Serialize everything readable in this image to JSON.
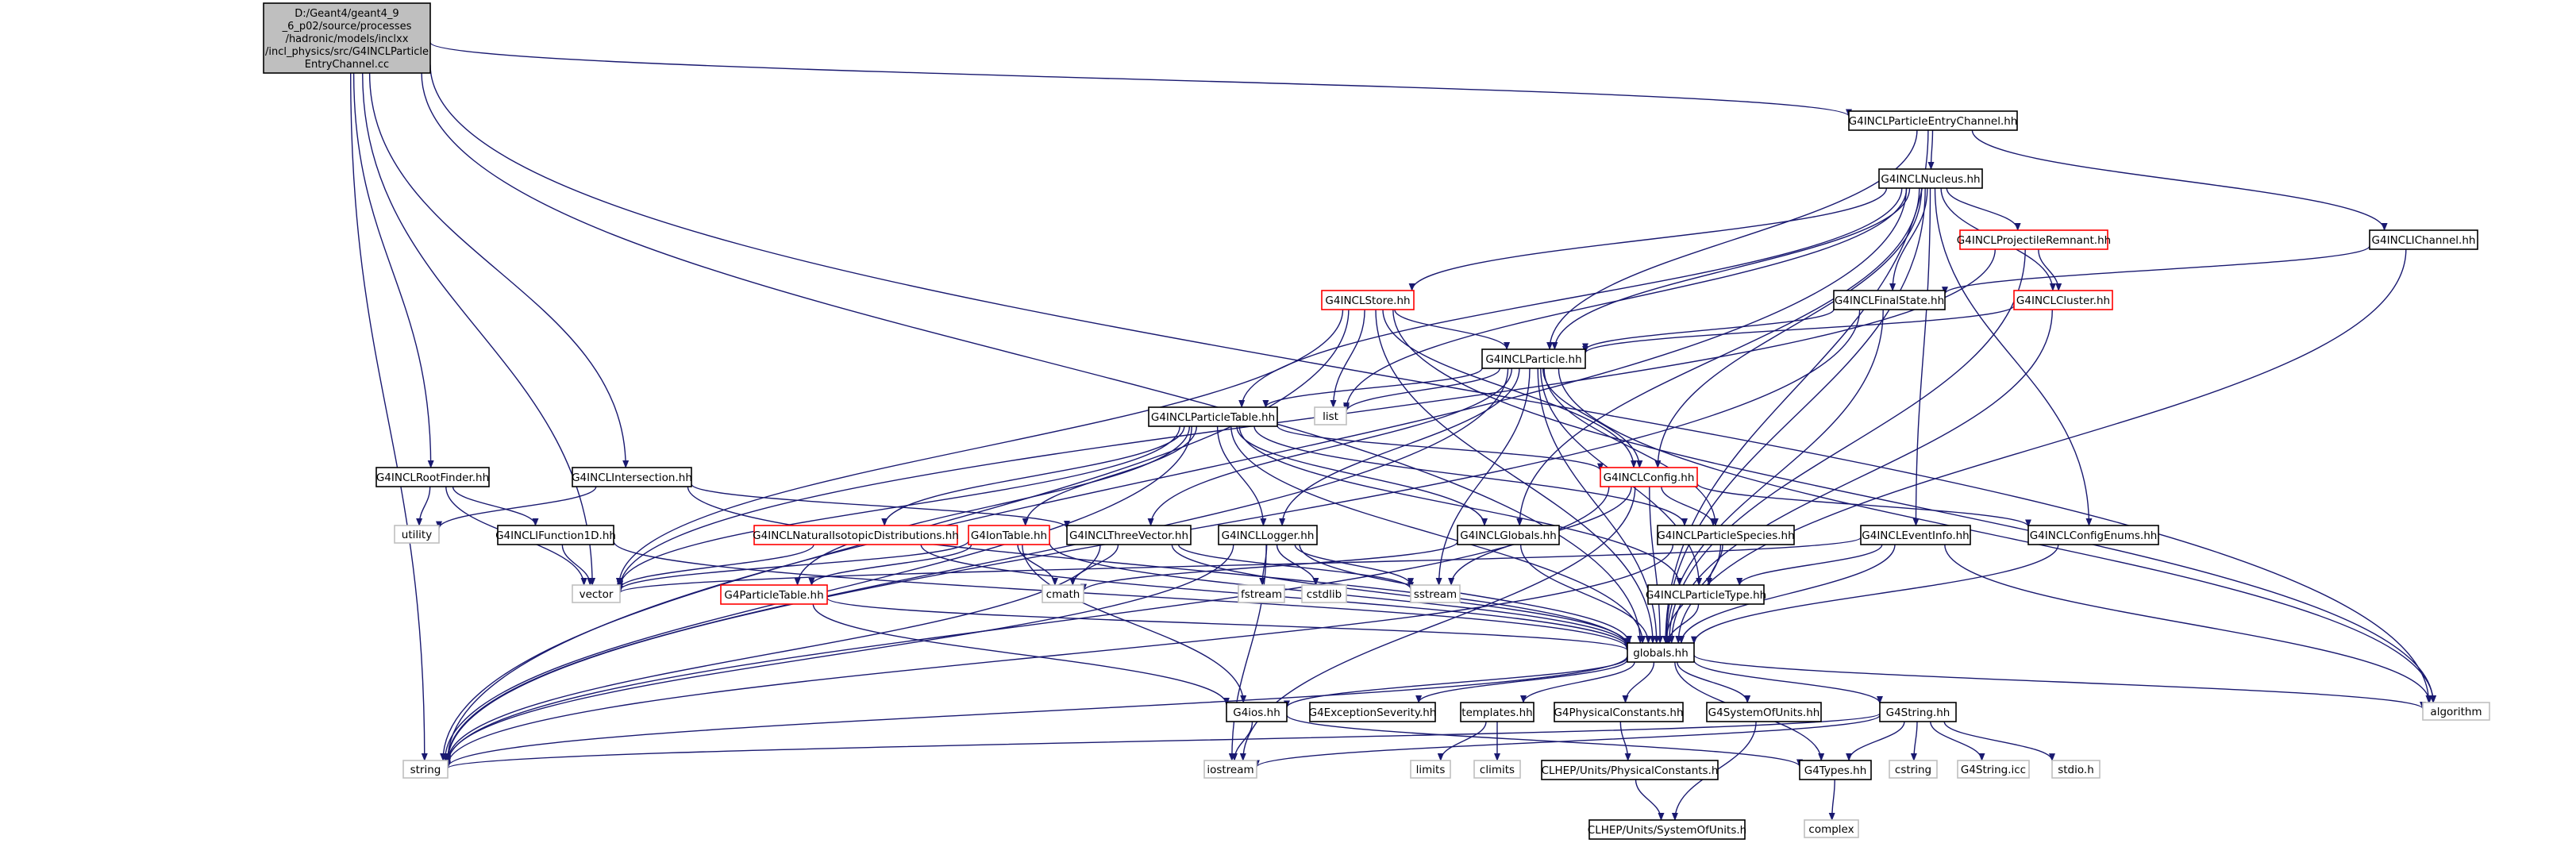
{
  "diagram": {
    "kind": "include dependency graph",
    "colors": {
      "edge": "#191970",
      "root_fill": "#bfbfbf",
      "node_border": "#000000",
      "truncated_border": "#ff0000",
      "external_border": "#bfbfbf",
      "text": "#000000"
    },
    "nodes": [
      {
        "id": "root",
        "lines": [
          "D:/Geant4/geant4_9",
          "_6_p02/source/processes",
          "/hadronic/models/inclxx",
          "/incl_physics/src/G4INCLParticle",
          "EntryChannel.cc"
        ],
        "style": "root"
      },
      {
        "id": "entrychannel",
        "lines": [
          "G4INCLParticleEntryChannel.hh"
        ],
        "style": "normal"
      },
      {
        "id": "nucleus",
        "lines": [
          "G4INCLNucleus.hh"
        ],
        "style": "normal"
      },
      {
        "id": "ichannel",
        "lines": [
          "G4INCLIChannel.hh"
        ],
        "style": "normal"
      },
      {
        "id": "projremnant",
        "lines": [
          "G4INCLProjectileRemnant.hh"
        ],
        "style": "truncated"
      },
      {
        "id": "store",
        "lines": [
          "G4INCLStore.hh"
        ],
        "style": "truncated"
      },
      {
        "id": "finalstate",
        "lines": [
          "G4INCLFinalState.hh"
        ],
        "style": "normal"
      },
      {
        "id": "cluster",
        "lines": [
          "G4INCLCluster.hh"
        ],
        "style": "truncated"
      },
      {
        "id": "particle",
        "lines": [
          "G4INCLParticle.hh"
        ],
        "style": "normal"
      },
      {
        "id": "list",
        "lines": [
          "list"
        ],
        "style": "external"
      },
      {
        "id": "ptable",
        "lines": [
          "G4INCLParticleTable.hh"
        ],
        "style": "normal"
      },
      {
        "id": "rootfinder",
        "lines": [
          "G4INCLRootFinder.hh"
        ],
        "style": "normal"
      },
      {
        "id": "intersection",
        "lines": [
          "G4INCLIntersection.hh"
        ],
        "style": "normal"
      },
      {
        "id": "config",
        "lines": [
          "G4INCLConfig.hh"
        ],
        "style": "truncated"
      },
      {
        "id": "utility",
        "lines": [
          "utility"
        ],
        "style": "external"
      },
      {
        "id": "function1d",
        "lines": [
          "G4INCLIFunction1D.hh"
        ],
        "style": "normal"
      },
      {
        "id": "natiso",
        "lines": [
          "G4INCLNaturalIsotopicDistributions.hh"
        ],
        "style": "truncated"
      },
      {
        "id": "iontable",
        "lines": [
          "G4IonTable.hh"
        ],
        "style": "truncated"
      },
      {
        "id": "threevector",
        "lines": [
          "G4INCLThreeVector.hh"
        ],
        "style": "normal"
      },
      {
        "id": "logger",
        "lines": [
          "G4INCLLogger.hh"
        ],
        "style": "normal"
      },
      {
        "id": "inclglobals",
        "lines": [
          "G4INCLGlobals.hh"
        ],
        "style": "normal"
      },
      {
        "id": "pspecies",
        "lines": [
          "G4INCLParticleSpecies.hh"
        ],
        "style": "normal"
      },
      {
        "id": "eventinfo",
        "lines": [
          "G4INCLEventInfo.hh"
        ],
        "style": "normal"
      },
      {
        "id": "configenums",
        "lines": [
          "G4INCLConfigEnums.hh"
        ],
        "style": "normal"
      },
      {
        "id": "vector",
        "lines": [
          "vector"
        ],
        "style": "external"
      },
      {
        "id": "g4ptable",
        "lines": [
          "G4ParticleTable.hh"
        ],
        "style": "truncated"
      },
      {
        "id": "cmath",
        "lines": [
          "cmath"
        ],
        "style": "external"
      },
      {
        "id": "fstream",
        "lines": [
          "fstream"
        ],
        "style": "external"
      },
      {
        "id": "cstdlib",
        "lines": [
          "cstdlib"
        ],
        "style": "external"
      },
      {
        "id": "sstream",
        "lines": [
          "sstream"
        ],
        "style": "external"
      },
      {
        "id": "ptype",
        "lines": [
          "G4INCLParticleType.hh"
        ],
        "style": "normal"
      },
      {
        "id": "globals",
        "lines": [
          "globals.hh"
        ],
        "style": "normal"
      },
      {
        "id": "g4ios",
        "lines": [
          "G4ios.hh"
        ],
        "style": "normal"
      },
      {
        "id": "excsev",
        "lines": [
          "G4ExceptionSeverity.hh"
        ],
        "style": "normal"
      },
      {
        "id": "templates",
        "lines": [
          "templates.hh"
        ],
        "style": "normal"
      },
      {
        "id": "physconst",
        "lines": [
          "G4PhysicalConstants.hh"
        ],
        "style": "normal"
      },
      {
        "id": "sysunits",
        "lines": [
          "G4SystemOfUnits.hh"
        ],
        "style": "normal"
      },
      {
        "id": "g4string",
        "lines": [
          "G4String.hh"
        ],
        "style": "normal"
      },
      {
        "id": "algorithm",
        "lines": [
          "algorithm"
        ],
        "style": "external"
      },
      {
        "id": "string",
        "lines": [
          "string"
        ],
        "style": "external"
      },
      {
        "id": "iostream",
        "lines": [
          "iostream"
        ],
        "style": "external"
      },
      {
        "id": "limits",
        "lines": [
          "limits"
        ],
        "style": "external"
      },
      {
        "id": "climits",
        "lines": [
          "climits"
        ],
        "style": "external"
      },
      {
        "id": "clhepconst",
        "lines": [
          "CLHEP/Units/PhysicalConstants.h"
        ],
        "style": "normal"
      },
      {
        "id": "g4types",
        "lines": [
          "G4Types.hh"
        ],
        "style": "normal"
      },
      {
        "id": "cstring",
        "lines": [
          "cstring"
        ],
        "style": "external"
      },
      {
        "id": "g4stringicc",
        "lines": [
          "G4String.icc"
        ],
        "style": "external"
      },
      {
        "id": "stdioh",
        "lines": [
          "stdio.h"
        ],
        "style": "external"
      },
      {
        "id": "clhepunits",
        "lines": [
          "CLHEP/Units/SystemOfUnits.h"
        ],
        "style": "normal"
      },
      {
        "id": "complex",
        "lines": [
          "complex"
        ],
        "style": "external"
      }
    ],
    "edges": [
      [
        "root",
        "entrychannel"
      ],
      [
        "root",
        "algorithm"
      ],
      [
        "root",
        "string"
      ],
      [
        "root",
        "vector"
      ],
      [
        "root",
        "rootfinder"
      ],
      [
        "root",
        "intersection"
      ],
      [
        "root",
        "globals"
      ],
      [
        "entrychannel",
        "nucleus"
      ],
      [
        "entrychannel",
        "ichannel"
      ],
      [
        "entrychannel",
        "particle"
      ],
      [
        "entrychannel",
        "globals"
      ],
      [
        "nucleus",
        "projremnant"
      ],
      [
        "nucleus",
        "store"
      ],
      [
        "nucleus",
        "finalstate"
      ],
      [
        "nucleus",
        "cluster"
      ],
      [
        "nucleus",
        "particle"
      ],
      [
        "nucleus",
        "list"
      ],
      [
        "nucleus",
        "ptable"
      ],
      [
        "nucleus",
        "config"
      ],
      [
        "nucleus",
        "eventinfo"
      ],
      [
        "nucleus",
        "configenums"
      ],
      [
        "nucleus",
        "inclglobals"
      ],
      [
        "nucleus",
        "globals"
      ],
      [
        "nucleus",
        "string"
      ],
      [
        "ichannel",
        "finalstate"
      ],
      [
        "ichannel",
        "globals"
      ],
      [
        "projremnant",
        "cluster"
      ],
      [
        "projremnant",
        "globals"
      ],
      [
        "projremnant",
        "vector"
      ],
      [
        "store",
        "particle"
      ],
      [
        "store",
        "list"
      ],
      [
        "store",
        "config"
      ],
      [
        "store",
        "vector"
      ],
      [
        "store",
        "string"
      ],
      [
        "store",
        "algorithm"
      ],
      [
        "store",
        "globals"
      ],
      [
        "finalstate",
        "particle"
      ],
      [
        "finalstate",
        "globals"
      ],
      [
        "finalstate",
        "string"
      ],
      [
        "cluster",
        "particle"
      ],
      [
        "cluster",
        "globals"
      ],
      [
        "particle",
        "ptable"
      ],
      [
        "particle",
        "list"
      ],
      [
        "particle",
        "config"
      ],
      [
        "particle",
        "threevector"
      ],
      [
        "particle",
        "logger"
      ],
      [
        "particle",
        "pspecies"
      ],
      [
        "particle",
        "ptype"
      ],
      [
        "particle",
        "sstream"
      ],
      [
        "particle",
        "algorithm"
      ],
      [
        "particle",
        "globals"
      ],
      [
        "particle",
        "string"
      ],
      [
        "ptable",
        "config"
      ],
      [
        "ptable",
        "natiso"
      ],
      [
        "ptable",
        "iontable"
      ],
      [
        "ptable",
        "g4ptable"
      ],
      [
        "ptable",
        "logger"
      ],
      [
        "ptable",
        "inclglobals"
      ],
      [
        "ptable",
        "pspecies"
      ],
      [
        "ptable",
        "ptype"
      ],
      [
        "ptable",
        "vector"
      ],
      [
        "ptable",
        "string"
      ],
      [
        "ptable",
        "globals"
      ],
      [
        "rootfinder",
        "function1d"
      ],
      [
        "rootfinder",
        "utility"
      ],
      [
        "rootfinder",
        "vector"
      ],
      [
        "intersection",
        "threevector"
      ],
      [
        "intersection",
        "utility"
      ],
      [
        "intersection",
        "globals"
      ],
      [
        "config",
        "pspecies"
      ],
      [
        "config",
        "configenums"
      ],
      [
        "config",
        "iostream"
      ],
      [
        "config",
        "string"
      ],
      [
        "config",
        "sstream"
      ],
      [
        "config",
        "globals"
      ],
      [
        "function1d",
        "vector"
      ],
      [
        "function1d",
        "globals"
      ],
      [
        "natiso",
        "vector"
      ],
      [
        "natiso",
        "globals"
      ],
      [
        "iontable",
        "g4ptable"
      ],
      [
        "iontable",
        "g4ios"
      ],
      [
        "iontable",
        "cmath"
      ],
      [
        "iontable",
        "vector"
      ],
      [
        "iontable",
        "globals"
      ],
      [
        "threevector",
        "cmath"
      ],
      [
        "threevector",
        "string"
      ],
      [
        "threevector",
        "sstream"
      ],
      [
        "threevector",
        "globals"
      ],
      [
        "logger",
        "fstream"
      ],
      [
        "logger",
        "cstdlib"
      ],
      [
        "logger",
        "sstream"
      ],
      [
        "logger",
        "iostream"
      ],
      [
        "logger",
        "string"
      ],
      [
        "logger",
        "globals"
      ],
      [
        "inclglobals",
        "cmath"
      ],
      [
        "inclglobals",
        "globals"
      ],
      [
        "pspecies",
        "ptype"
      ],
      [
        "pspecies",
        "globals"
      ],
      [
        "pspecies",
        "string"
      ],
      [
        "eventinfo",
        "ptype"
      ],
      [
        "eventinfo",
        "vector"
      ],
      [
        "eventinfo",
        "algorithm"
      ],
      [
        "eventinfo",
        "globals"
      ],
      [
        "configenums",
        "globals"
      ],
      [
        "g4ptable",
        "g4ios"
      ],
      [
        "g4ptable",
        "globals"
      ],
      [
        "ptype",
        "globals"
      ],
      [
        "globals",
        "g4ios"
      ],
      [
        "globals",
        "excsev"
      ],
      [
        "globals",
        "templates"
      ],
      [
        "globals",
        "physconst"
      ],
      [
        "globals",
        "sysunits"
      ],
      [
        "globals",
        "g4string"
      ],
      [
        "globals",
        "g4types"
      ],
      [
        "globals",
        "algorithm"
      ],
      [
        "globals",
        "string"
      ],
      [
        "g4ios",
        "g4types"
      ],
      [
        "g4ios",
        "iostream"
      ],
      [
        "templates",
        "limits"
      ],
      [
        "templates",
        "climits"
      ],
      [
        "physconst",
        "clhepconst"
      ],
      [
        "sysunits",
        "clhepunits"
      ],
      [
        "g4string",
        "g4types"
      ],
      [
        "g4string",
        "string"
      ],
      [
        "g4string",
        "cstring"
      ],
      [
        "g4string",
        "g4stringicc"
      ],
      [
        "g4string",
        "stdioh"
      ],
      [
        "g4string",
        "iostream"
      ],
      [
        "clhepconst",
        "clhepunits"
      ],
      [
        "g4types",
        "complex"
      ]
    ]
  }
}
